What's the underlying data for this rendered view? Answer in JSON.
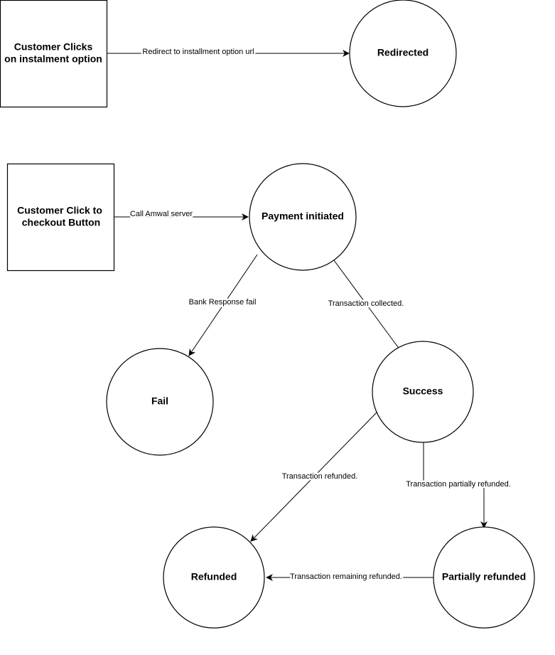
{
  "nodes": {
    "instalment_click": {
      "line1": "Customer Clicks",
      "line2": "on instalment option"
    },
    "redirected": {
      "label": "Redirected"
    },
    "checkout_click": {
      "line1": "Customer Click to",
      "line2": "checkout Button"
    },
    "payment_initiated": {
      "label": "Payment initiated"
    },
    "fail": {
      "label": "Fail"
    },
    "success": {
      "label": "Success"
    },
    "refunded": {
      "label": "Refunded"
    },
    "partially_refunded": {
      "label": "Partially refunded"
    }
  },
  "edges": {
    "redirect": "Redirect to installment option url",
    "call_server": "Call Amwal server",
    "bank_fail": "Bank Response fail",
    "collected": "Transaction collected.",
    "refunded": "Transaction refunded.",
    "partially_refunded": "Transaction partially refunded.",
    "remaining_refunded": "Transaction remaining refunded."
  }
}
